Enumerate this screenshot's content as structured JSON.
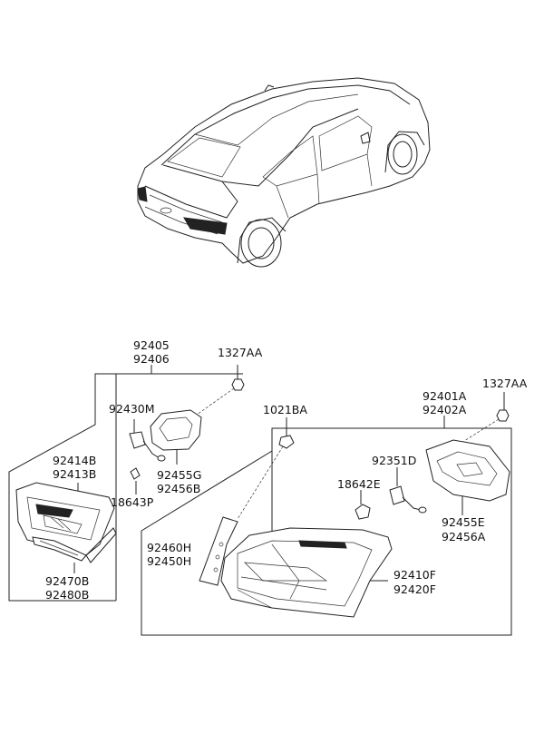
{
  "labels": {
    "p92405": "92405",
    "p92406": "92406",
    "p1327AA_left": "1327AA",
    "p92430M": "92430M",
    "p92414B": "92414B",
    "p92413B": "92413B",
    "p92455G": "92455G",
    "p92456B": "92456B",
    "p18643P": "18643P",
    "p92470B": "92470B",
    "p92480B": "92480B",
    "p1021BA": "1021BA",
    "p92401A": "92401A",
    "p92402A": "92402A",
    "p1327AA_right": "1327AA",
    "p92351D": "92351D",
    "p18642E": "18642E",
    "p92455E": "92455E",
    "p92456A": "92456A",
    "p92460H": "92460H",
    "p92450H": "92450H",
    "p92410F": "92410F",
    "p92420F": "92420F"
  },
  "colors": {
    "line": "#222222",
    "background": "#ffffff"
  }
}
